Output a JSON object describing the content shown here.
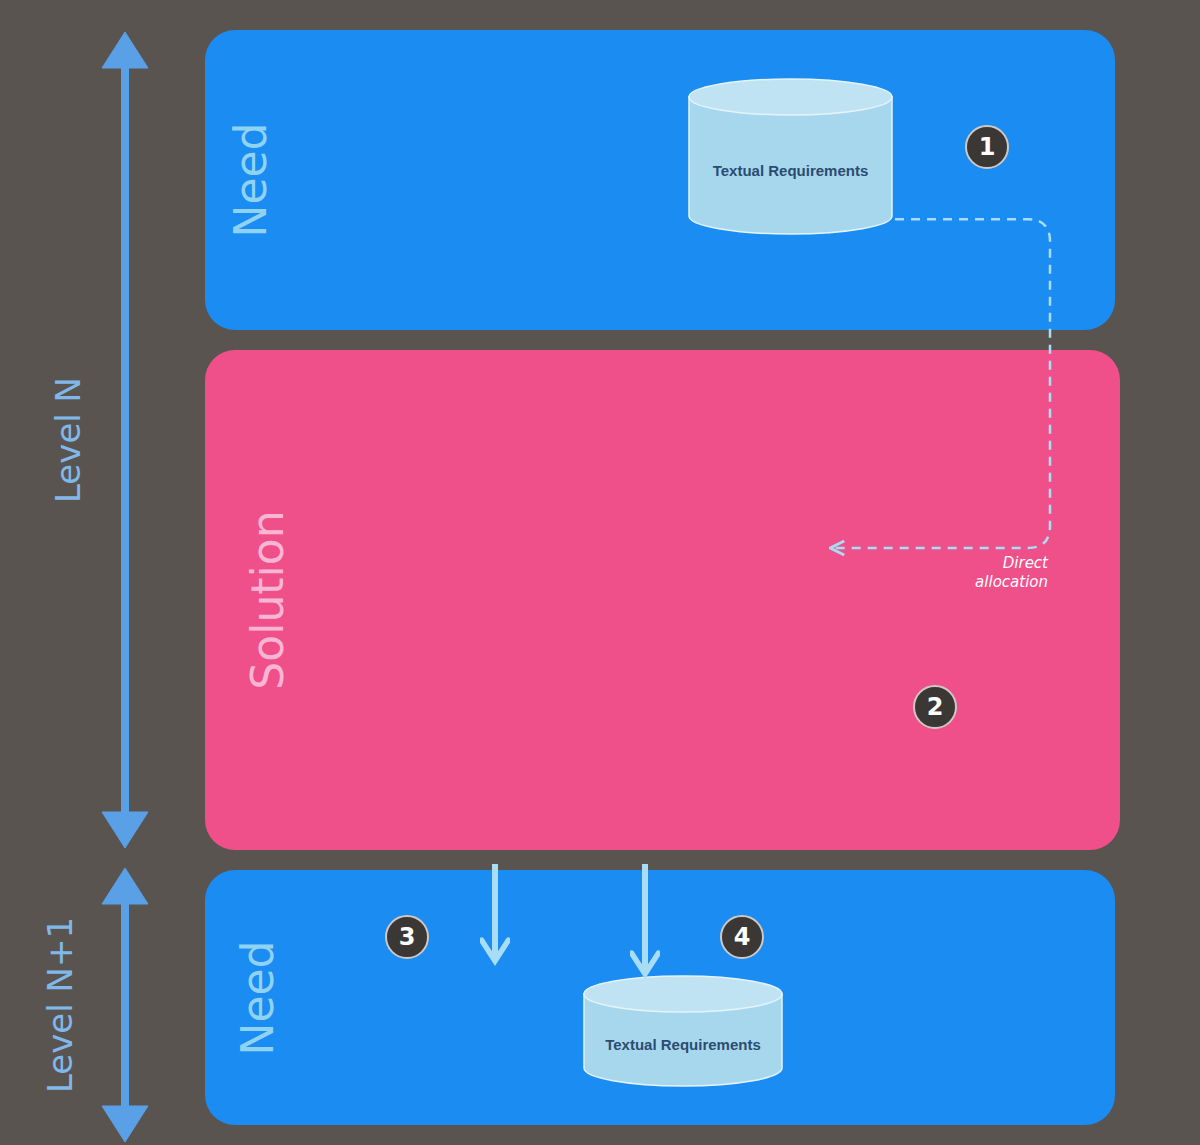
{
  "diagram": {
    "nodes": [
      {
        "text": [
          "Need"
        ]
      },
      {
        "text": [
          "Textual Requirements"
        ],
        "in": 0
      },
      {
        "text": [
          "Solution"
        ]
      },
      {
        "text": [
          "Need"
        ]
      },
      {
        "text": [
          "Textual Requirements"
        ],
        "in": 3
      }
    ],
    "edges": [
      {
        "from": 1,
        "to": 2,
        "arrow": "to",
        "label": "Direct allocation"
      },
      {
        "from": 2,
        "to": 3,
        "arrow": "to"
      },
      {
        "from": 2,
        "to": 4,
        "arrow": "to"
      }
    ],
    "labels": [
      "1",
      "2",
      "3",
      "4",
      "Level N",
      "Level N+1"
    ]
  }
}
